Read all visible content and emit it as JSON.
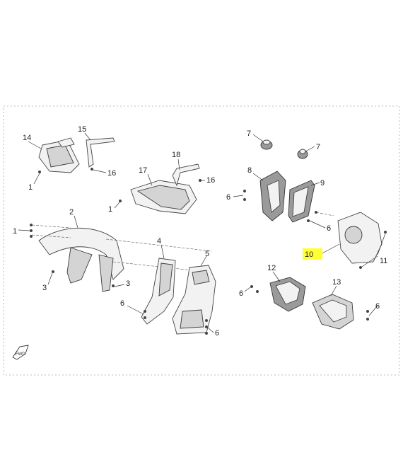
{
  "diagram": {
    "callouts": {
      "c1a": "1",
      "c1b": "1",
      "c1c": "1",
      "c2": "2",
      "c3a": "3",
      "c3b": "3",
      "c4": "4",
      "c5": "5",
      "c6a": "6",
      "c6b": "6",
      "c6c": "6",
      "c6d": "6",
      "c6e": "6",
      "c6f": "6",
      "c7a": "7",
      "c7b": "7",
      "c8": "8",
      "c9": "9",
      "c10": "10",
      "c11": "11",
      "c12": "12",
      "c13": "13",
      "c14": "14",
      "c15": "15",
      "c16a": "16",
      "c16b": "16",
      "c17": "17",
      "c18": "18"
    },
    "highlight_color": "#ffff33",
    "front_arrow_text": "FWD"
  }
}
